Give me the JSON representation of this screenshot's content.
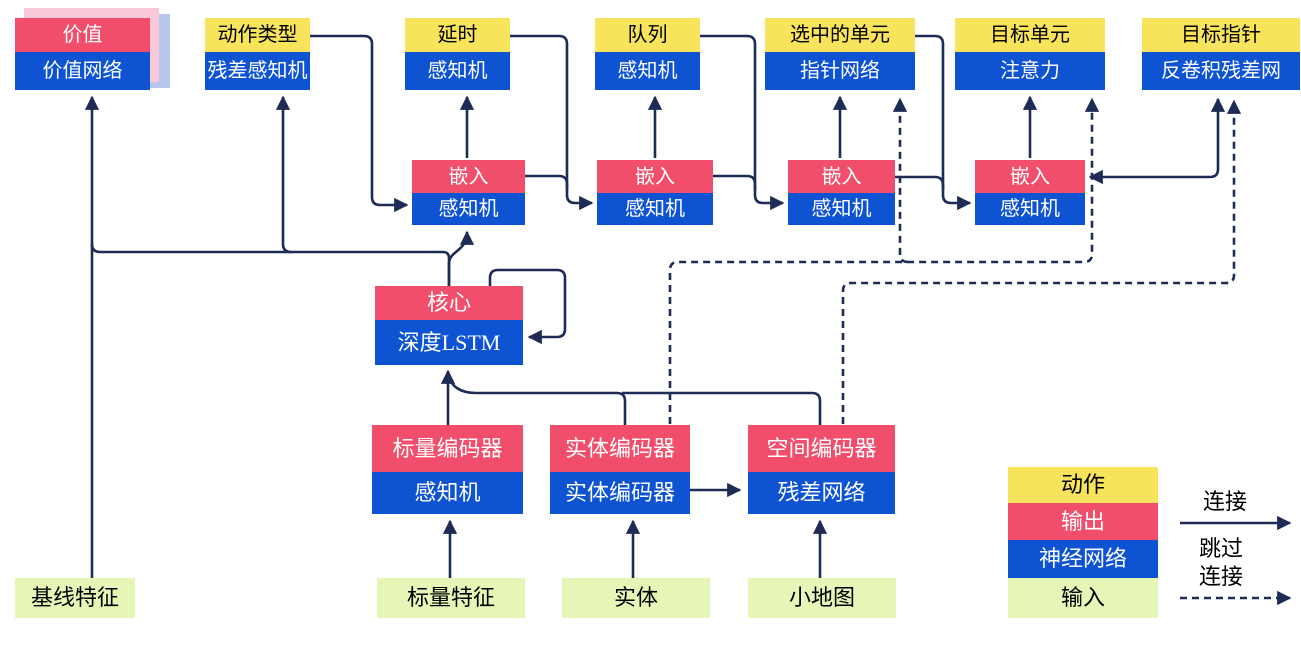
{
  "diagram": {
    "top_row": [
      {
        "top": "价值",
        "bottom": "价值网络"
      },
      {
        "top": "动作类型",
        "bottom": "残差感知机"
      },
      {
        "top": "延时",
        "bottom": "感知机"
      },
      {
        "top": "队列",
        "bottom": "感知机"
      },
      {
        "top": "选中的单元",
        "bottom": "指针网络"
      },
      {
        "top": "目标单元",
        "bottom": "注意力"
      },
      {
        "top": "目标指针",
        "bottom": "反卷积残差网"
      }
    ],
    "embed_row": [
      {
        "top": "嵌入",
        "bottom": "感知机"
      },
      {
        "top": "嵌入",
        "bottom": "感知机"
      },
      {
        "top": "嵌入",
        "bottom": "感知机"
      },
      {
        "top": "嵌入",
        "bottom": "感知机"
      }
    ],
    "core": {
      "top": "核心",
      "bottom": "深度LSTM"
    },
    "encoders": [
      {
        "top": "标量编码器",
        "bottom": "感知机"
      },
      {
        "top": "实体编码器",
        "bottom": "实体编码器"
      },
      {
        "top": "空间编码器",
        "bottom": "残差网络"
      }
    ],
    "inputs": [
      "基线特征",
      "标量特征",
      "实体",
      "小地图"
    ],
    "legend": {
      "items": [
        {
          "label": "动作",
          "color": "#F8E45C"
        },
        {
          "label": "输出",
          "color": "#F14E6B"
        },
        {
          "label": "神经网络",
          "color": "#0E53D2"
        },
        {
          "label": "输入",
          "color": "#E5F6B7"
        }
      ],
      "solid_arrow_label": "连接",
      "dashed_arrow_label_line1": "跳过",
      "dashed_arrow_label_line2": "连接"
    },
    "colors": {
      "action_yellow": "#F8E45C",
      "output_red": "#F14E6B",
      "network_blue": "#0E53D2",
      "input_green": "#E5F6B7",
      "wire_navy": "#1E2C55",
      "value_shadow_pink": "#F9C9D9",
      "value_shadow_blue": "#B9C7F0"
    }
  }
}
